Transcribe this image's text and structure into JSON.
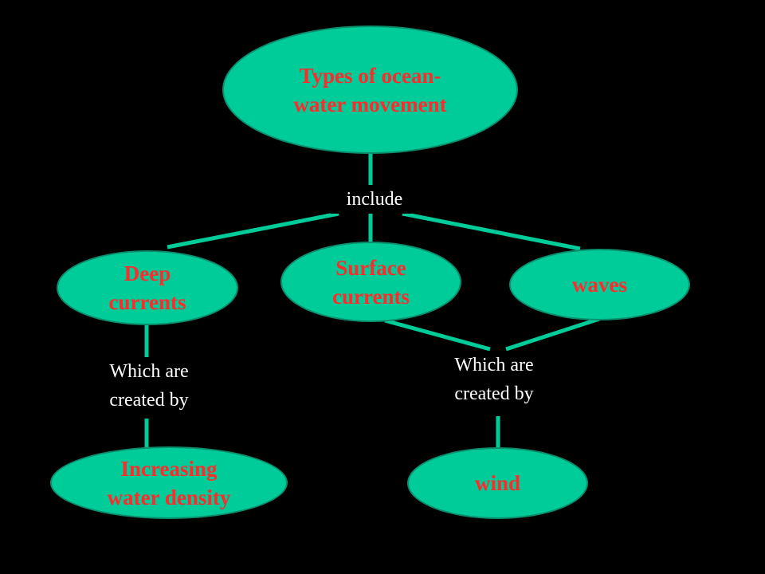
{
  "colors": {
    "background": "#000000",
    "node_fill": "#00cc99",
    "node_text": "#ff2a2a",
    "connector": "#00cc99",
    "label_text": "#ffffff"
  },
  "nodes": {
    "root": [
      "Types of ocean-",
      "water movement"
    ],
    "deep_currents": [
      "Deep",
      "currents"
    ],
    "surface_currents": [
      "Surface",
      "currents"
    ],
    "waves": [
      "waves"
    ],
    "increasing_density": [
      "Increasing",
      "water density"
    ],
    "wind": [
      "wind"
    ]
  },
  "labels": {
    "include": "include",
    "created_by_left": [
      "Which are",
      "created by"
    ],
    "created_by_right": [
      "Which are",
      "created by"
    ]
  }
}
